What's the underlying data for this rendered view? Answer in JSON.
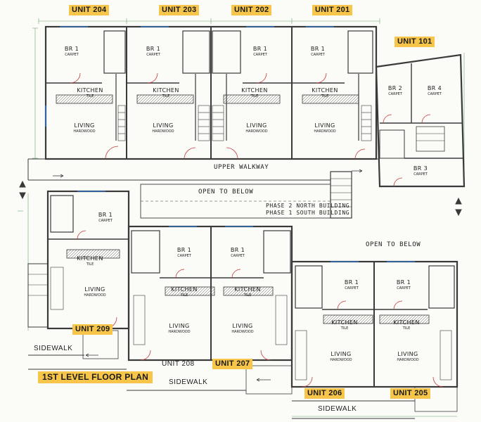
{
  "plan_title": "1ST LEVEL FLOOR PLAN",
  "units": {
    "u204": "UNIT 204",
    "u203": "UNIT 203",
    "u202": "UNIT 202",
    "u201": "UNIT 201",
    "u101": "UNIT 101",
    "u209": "UNIT 209",
    "u208": "UNIT 208",
    "u207": "UNIT 207",
    "u206": "UNIT 206",
    "u205": "UNIT 205"
  },
  "notes": {
    "upper_walkway": "UPPER WALKWAY",
    "open_below_center": "OPEN TO BELOW",
    "open_below_right": "OPEN TO BELOW",
    "phase2": "PHASE 2 NORTH BUILDING",
    "phase1": "PHASE 1 SOUTH BUILDING",
    "sidewalk_left": "SIDEWALK",
    "sidewalk_mid": "SIDEWALK",
    "sidewalk_bottom": "SIDEWALK"
  },
  "rooms": {
    "br1_204": {
      "label": "BR 1",
      "finish": "CARPET"
    },
    "kit_204": {
      "label": "KITCHEN",
      "finish": "TILE"
    },
    "liv_204": {
      "label": "LIVING",
      "finish": "HARDWOOD"
    },
    "br1_203": {
      "label": "BR 1",
      "finish": "CARPET"
    },
    "kit_203": {
      "label": "KITCHEN",
      "finish": "TILE"
    },
    "liv_203": {
      "label": "LIVING",
      "finish": "HARDWOOD"
    },
    "br1_202": {
      "label": "BR 1",
      "finish": "CARPET"
    },
    "kit_202": {
      "label": "KITCHEN",
      "finish": "TILE"
    },
    "liv_202": {
      "label": "LIVING",
      "finish": "HARDWOOD"
    },
    "br1_201": {
      "label": "BR 1",
      "finish": "CARPET"
    },
    "kit_201": {
      "label": "KITCHEN",
      "finish": "TILE"
    },
    "liv_201": {
      "label": "LIVING",
      "finish": "HARDWOOD"
    },
    "br2_101": {
      "label": "BR 2",
      "finish": "CARPET"
    },
    "br4_101": {
      "label": "BR 4",
      "finish": "CARPET"
    },
    "br3_101": {
      "label": "BR 3",
      "finish": "CARPET"
    },
    "br1_209": {
      "label": "BR 1",
      "finish": "CARPET"
    },
    "kit_209": {
      "label": "KITCHEN",
      "finish": "TILE"
    },
    "liv_209": {
      "label": "LIVING",
      "finish": "HARDWOOD"
    },
    "br1_208": {
      "label": "BR 1",
      "finish": "CARPET"
    },
    "kit_208": {
      "label": "KITCHEN",
      "finish": "TILE"
    },
    "liv_208": {
      "label": "LIVING",
      "finish": "HARDWOOD"
    },
    "br1_207": {
      "label": "BR 1",
      "finish": "CARPET"
    },
    "kit_207": {
      "label": "KITCHEN",
      "finish": "TILE"
    },
    "liv_207": {
      "label": "LIVING",
      "finish": "HARDWOOD"
    },
    "br1_206": {
      "label": "BR 1",
      "finish": "CARPET"
    },
    "kit_206": {
      "label": "KITCHEN",
      "finish": "TILE"
    },
    "liv_206": {
      "label": "LIVING",
      "finish": "HARDWOOD"
    },
    "br1_205": {
      "label": "BR 1",
      "finish": "CARPET"
    },
    "kit_205": {
      "label": "KITCHEN",
      "finish": "TILE"
    },
    "liv_205": {
      "label": "LIVING",
      "finish": "HARDWOOD"
    }
  },
  "colors": {
    "label_fill": "#f6c54a",
    "wall": "#3a3a3a",
    "dimension": "#3f8a3f",
    "door_swing": "#c23b3b",
    "window": "#2f6fb8",
    "paper": "#fbfbf8"
  }
}
